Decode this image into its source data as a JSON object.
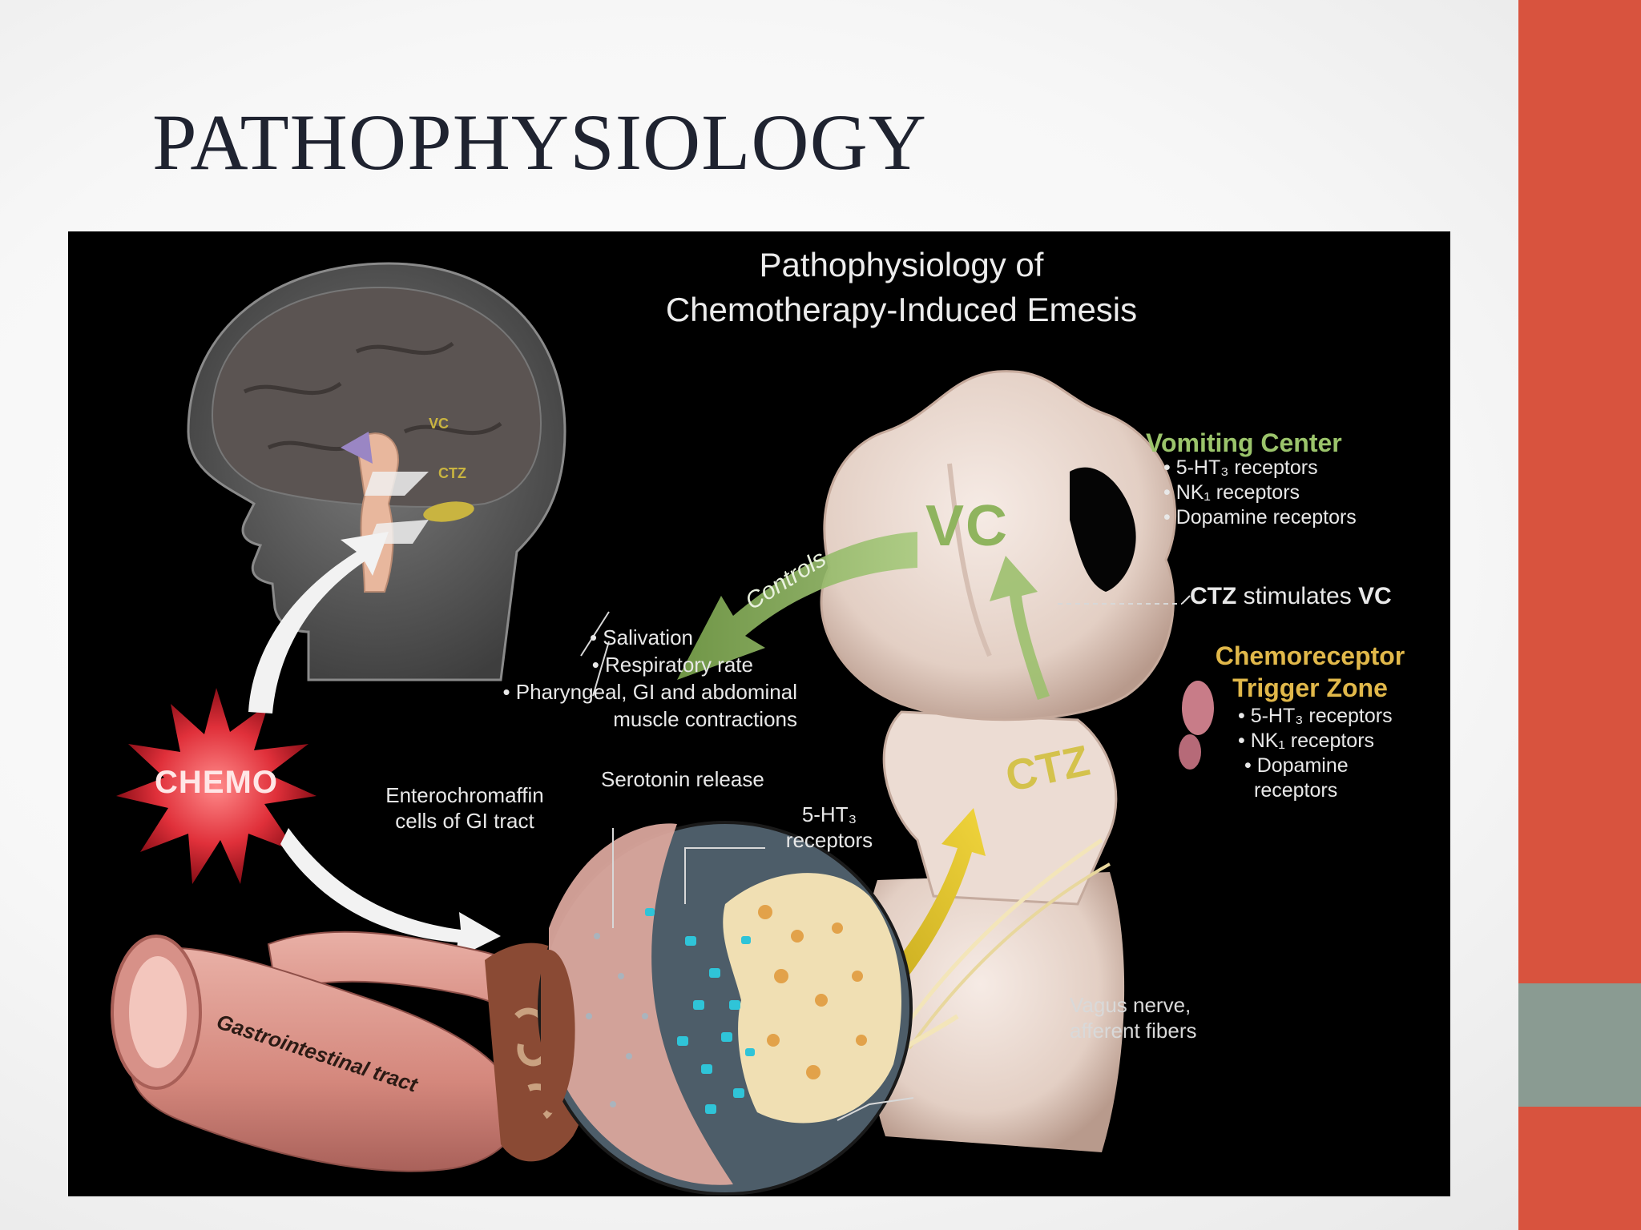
{
  "slide": {
    "title": "PATHOPHYSIOLOGY",
    "colors": {
      "sidebar_top": "#d8533e",
      "sidebar_mid": "#8a9b92",
      "sidebar_bot": "#d8533e"
    }
  },
  "figure": {
    "title_line1": "Pathophysiology of",
    "title_line2": "Chemotherapy-Induced Emesis",
    "chemo": "CHEMO",
    "brain_vc": "VC",
    "brain_ctz": "CTZ",
    "vomiting_center": {
      "heading": "Vomiting Center",
      "items": [
        "• 5-HT₃ receptors",
        "• NK₁ receptors",
        "• Dopamine receptors"
      ]
    },
    "ctz_stimulates": {
      "part1": "CTZ",
      "part2": " stimulates ",
      "part3": "VC"
    },
    "trigger_zone": {
      "heading_line1": "Chemoreceptor",
      "heading_line2": "Trigger Zone",
      "items": [
        "• 5-HT₃ receptors",
        "• NK₁ receptors",
        "• Dopamine",
        "receptors"
      ]
    },
    "controls": "Controls",
    "effects": [
      "• Salivation",
      "• Respiratory rate",
      "• Pharyngeal, GI and abdominal",
      "muscle contractions"
    ],
    "entero": [
      "Enterochromaffin",
      "cells of GI tract"
    ],
    "serotonin": "Serotonin release",
    "receptors_5ht3": [
      "5-HT₃",
      "receptors"
    ],
    "vagus": [
      "Vagus nerve,",
      "afferent fibers"
    ],
    "gi_tract": "Gastrointestinal tract",
    "vc_big": "VC",
    "ctz_big": "CTZ"
  }
}
